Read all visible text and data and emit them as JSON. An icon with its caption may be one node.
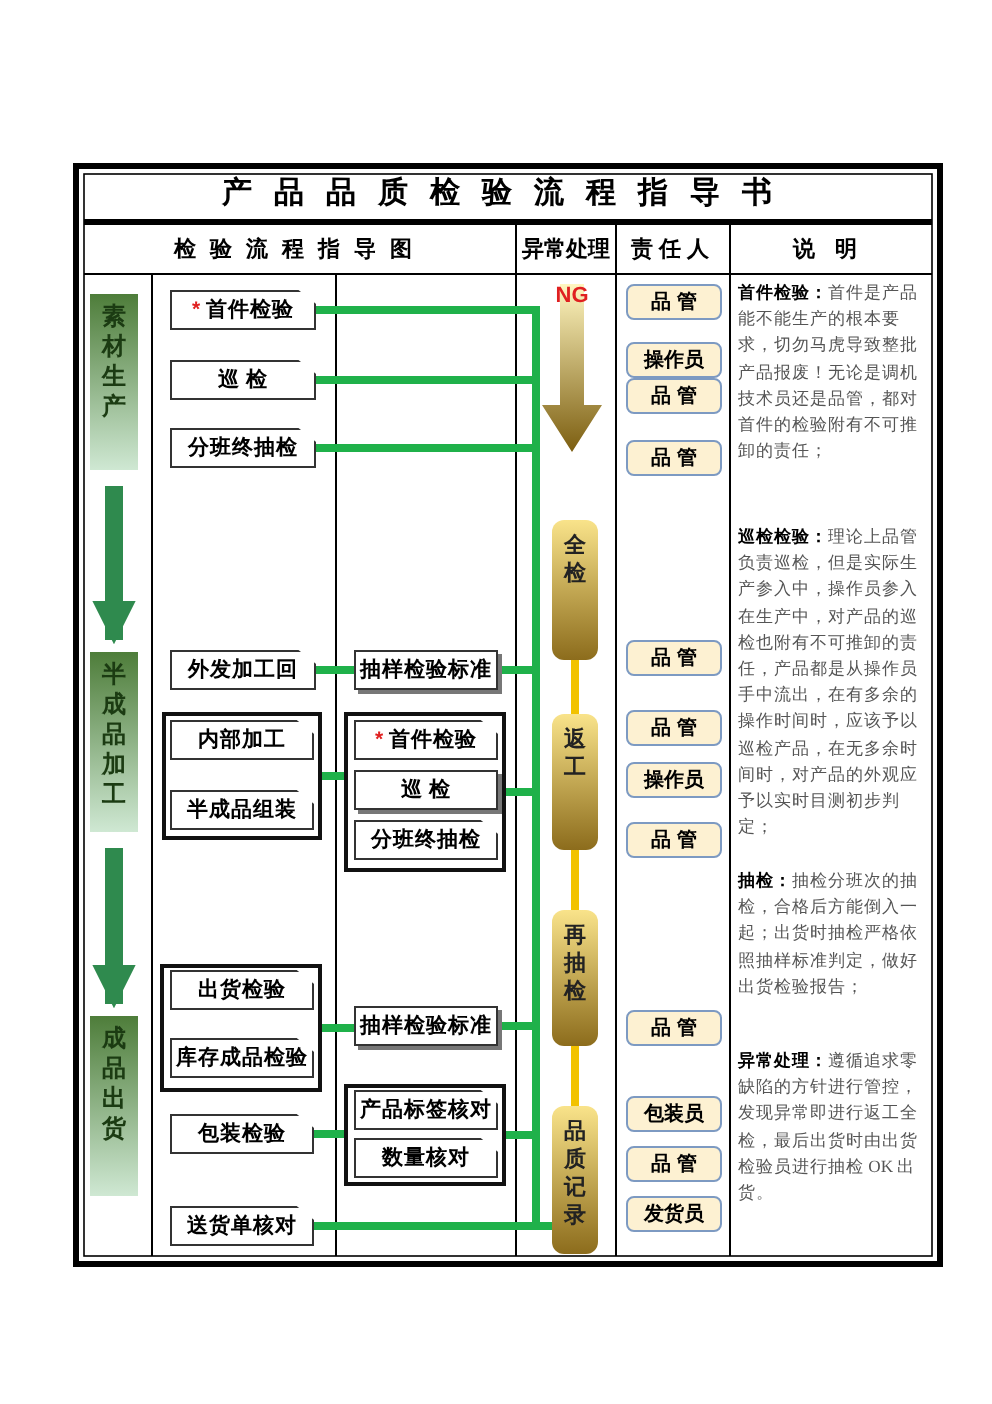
{
  "diagram": {
    "title": "产品品质检验流程指导书",
    "nodes": [
      {
        "text": [
          "素材生产"
        ]
      },
      {
        "text": [
          "半成品加工"
        ]
      },
      {
        "text": [
          "成品出货"
        ]
      },
      {
        "text": [
          "* 首件检验"
        ]
      },
      {
        "text": [
          "巡 检"
        ]
      },
      {
        "text": [
          "分班终抽检"
        ]
      },
      {
        "text": [
          "外发加工回"
        ]
      },
      {
        "text": [
          "抽样检验标准"
        ]
      },
      {
        "text": [],
        "shape": "box"
      },
      {
        "text": [
          "内部加工"
        ],
        "in": 8
      },
      {
        "text": [
          "半成品组装"
        ],
        "in": 8
      },
      {
        "text": [],
        "shape": "box"
      },
      {
        "text": [
          "* 首件检验"
        ],
        "in": 11
      },
      {
        "text": [
          "巡 检"
        ],
        "in": 11
      },
      {
        "text": [
          "分班终抽检"
        ],
        "in": 11
      },
      {
        "text": [],
        "shape": "box"
      },
      {
        "text": [
          "出货检验"
        ],
        "in": 15
      },
      {
        "text": [
          "库存成品检验"
        ],
        "in": 15
      },
      {
        "text": [
          "抽样检验标准"
        ]
      },
      {
        "text": [
          "包装检验"
        ]
      },
      {
        "text": [],
        "shape": "box"
      },
      {
        "text": [
          "产品标签核对"
        ],
        "in": 20
      },
      {
        "text": [
          "数量核对"
        ],
        "in": 20
      },
      {
        "text": [
          "送货单核对"
        ]
      },
      {
        "text": [
          "NG"
        ]
      },
      {
        "text": [
          "全检"
        ]
      },
      {
        "text": [
          "返工"
        ]
      },
      {
        "text": [
          "再抽检"
        ]
      },
      {
        "text": [
          "品质记录"
        ]
      },
      {
        "text": [
          "品 管"
        ]
      },
      {
        "text": [
          "操作员"
        ]
      },
      {
        "text": [
          "品 管"
        ]
      },
      {
        "text": [
          "品 管"
        ]
      },
      {
        "text": [
          "品 管"
        ]
      },
      {
        "text": [
          "品 管"
        ]
      },
      {
        "text": [
          "操作员"
        ]
      },
      {
        "text": [
          "品 管"
        ]
      },
      {
        "text": [
          "品 管"
        ]
      },
      {
        "text": [
          "包装员"
        ]
      },
      {
        "text": [
          "品 管"
        ]
      },
      {
        "text": [
          "发货员"
        ]
      }
    ],
    "edges": [
      {
        "from": 0,
        "to": 1,
        "arrow": "to",
        "style": "thick",
        "color": "#2f8a4e"
      },
      {
        "from": 1,
        "to": 2,
        "arrow": "to",
        "style": "thick",
        "color": "#2f8a4e"
      },
      {
        "from": 3,
        "to": 28,
        "arrow": "none"
      },
      {
        "from": 4,
        "to": 28,
        "arrow": "none"
      },
      {
        "from": 5,
        "to": 28,
        "arrow": "none"
      },
      {
        "from": 6,
        "to": 7,
        "arrow": "none"
      },
      {
        "from": 7,
        "to": 28,
        "arrow": "none"
      },
      {
        "from": 8,
        "to": 11,
        "arrow": "none"
      },
      {
        "from": 11,
        "to": 28,
        "arrow": "none"
      },
      {
        "from": 15,
        "to": 18,
        "arrow": "none"
      },
      {
        "from": 18,
        "to": 28,
        "arrow": "none"
      },
      {
        "from": 19,
        "to": 20,
        "arrow": "none"
      },
      {
        "from": 20,
        "to": 28,
        "arrow": "none"
      },
      {
        "from": 23,
        "to": 28,
        "arrow": "none"
      },
      {
        "from": 25,
        "to": 26,
        "arrow": "none",
        "color": "#f2c200"
      },
      {
        "from": 26,
        "to": 27,
        "arrow": "none",
        "color": "#f2c200"
      },
      {
        "from": 27,
        "to": 28,
        "arrow": "none",
        "color": "#f2c200"
      }
    ],
    "labels": [
      "检验流程指导图",
      "异常处理",
      "责任人",
      "说明",
      "**首件检验：**首件是产品能不能生产的根本要求，切勿马虎导致整批产品报废！无论是调机技术员还是品管，都对首件的检验附有不可推卸的责任；",
      "**巡检检验：**理论上品管负责巡检，但是实际生产参入中，操作员参入在生产中，对产品的巡检也附有不可推卸的责任，产品都是从操作员手中流出，在有多余的操作时间时，应该予以巡检产品，在无多余时间时，对产品的外观应予以实时目测初步判定；",
      "**抽检：**抽检分班次的抽检，合格后方能倒入一起；出货时抽检严格依照抽样标准判定，做好出货检验报告；",
      "**异常处理：**遵循追求零缺陷的方针进行管控，发现异常即进行返工全检，最后出货时由出货检验员进行抽检 OK 出货。"
    ]
  }
}
